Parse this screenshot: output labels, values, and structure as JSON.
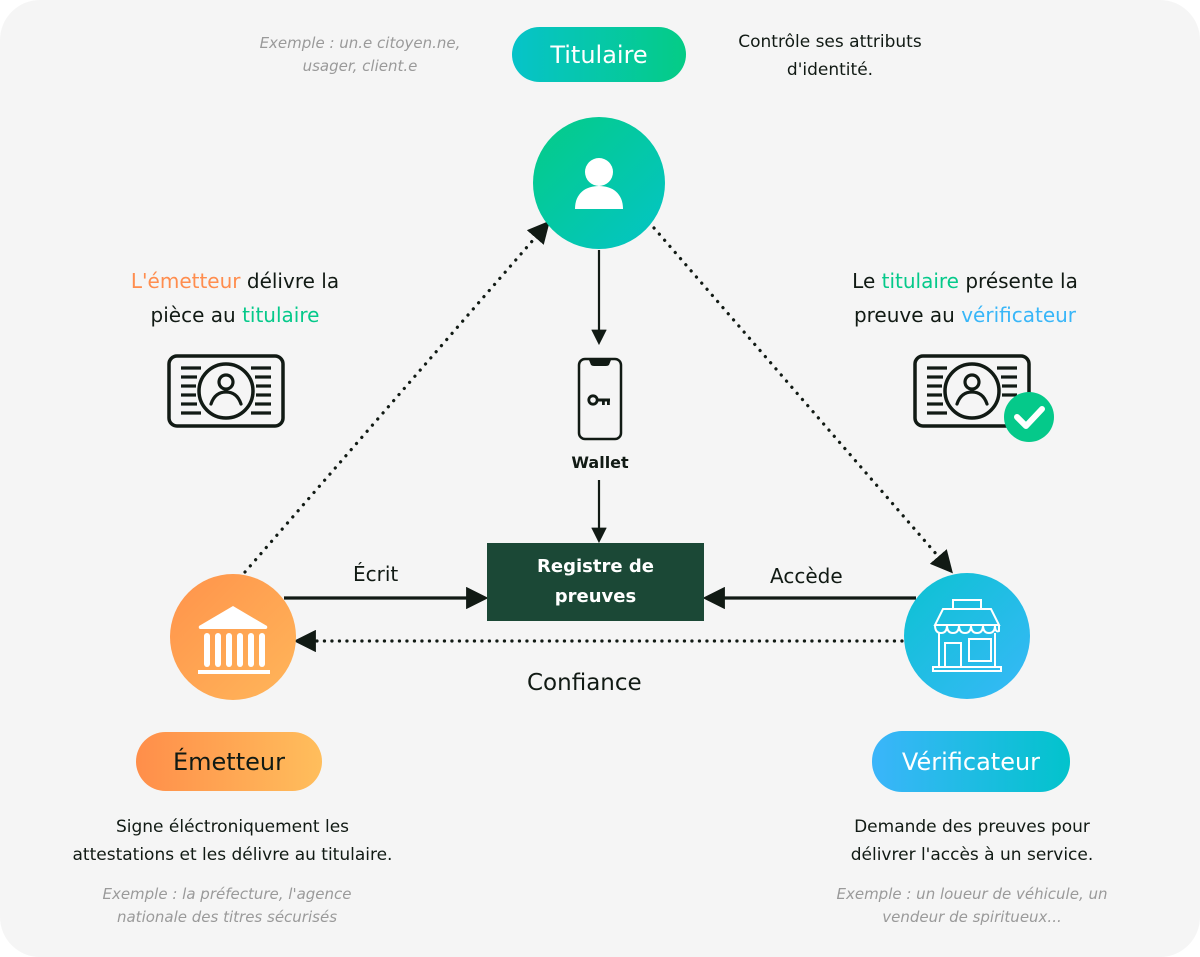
{
  "colors": {
    "background": "#f5f5f5",
    "titulaire": "#05c98a",
    "emetteur": "#ff8d4e",
    "verificateur": "#38b6f8",
    "registre": "#1b4836",
    "text": "#111a14",
    "example_text": "#9a9a9a"
  },
  "titulaire": {
    "label": "Titulaire",
    "example_line1": "Exemple : un.e citoyen.ne,",
    "example_line2": "usager, client.e",
    "desc_line1": "Contrôle ses attributs",
    "desc_line2": "d'identité.",
    "icon": "user-icon"
  },
  "emetteur": {
    "label": "Émetteur",
    "desc_line1": "Signe éléctroniquement les",
    "desc_line2": "attestations et les délivre au titulaire.",
    "example_line1": "Exemple : la préfecture, l'agence",
    "example_line2": "nationale des titres sécurisés",
    "icon": "bank-building-icon"
  },
  "verificateur": {
    "label": "Vérificateur",
    "desc_line1": "Demande des preuves pour",
    "desc_line2": "délivrer l'accès à un service.",
    "example_line1": "Exemple : un loueur de véhicule, un",
    "example_line2": "vendeur de spiritueux...",
    "icon": "shop-icon"
  },
  "left_caption": {
    "part1_highlight": "L'émetteur",
    "part2": " délivre la",
    "part3": "pièce au ",
    "part4_highlight": "titulaire"
  },
  "right_caption": {
    "part1": "Le ",
    "part2_highlight": "titulaire",
    "part3": " présente la",
    "part4": "preuve au ",
    "part5_highlight": "vérificateur"
  },
  "wallet": {
    "label": "Wallet",
    "icon": "phone-key-icon"
  },
  "registre": {
    "line1": "Registre de",
    "line2": "preuves"
  },
  "edges": {
    "ecrit": "Écrit",
    "accede": "Accède",
    "confiance": "Confiance"
  }
}
